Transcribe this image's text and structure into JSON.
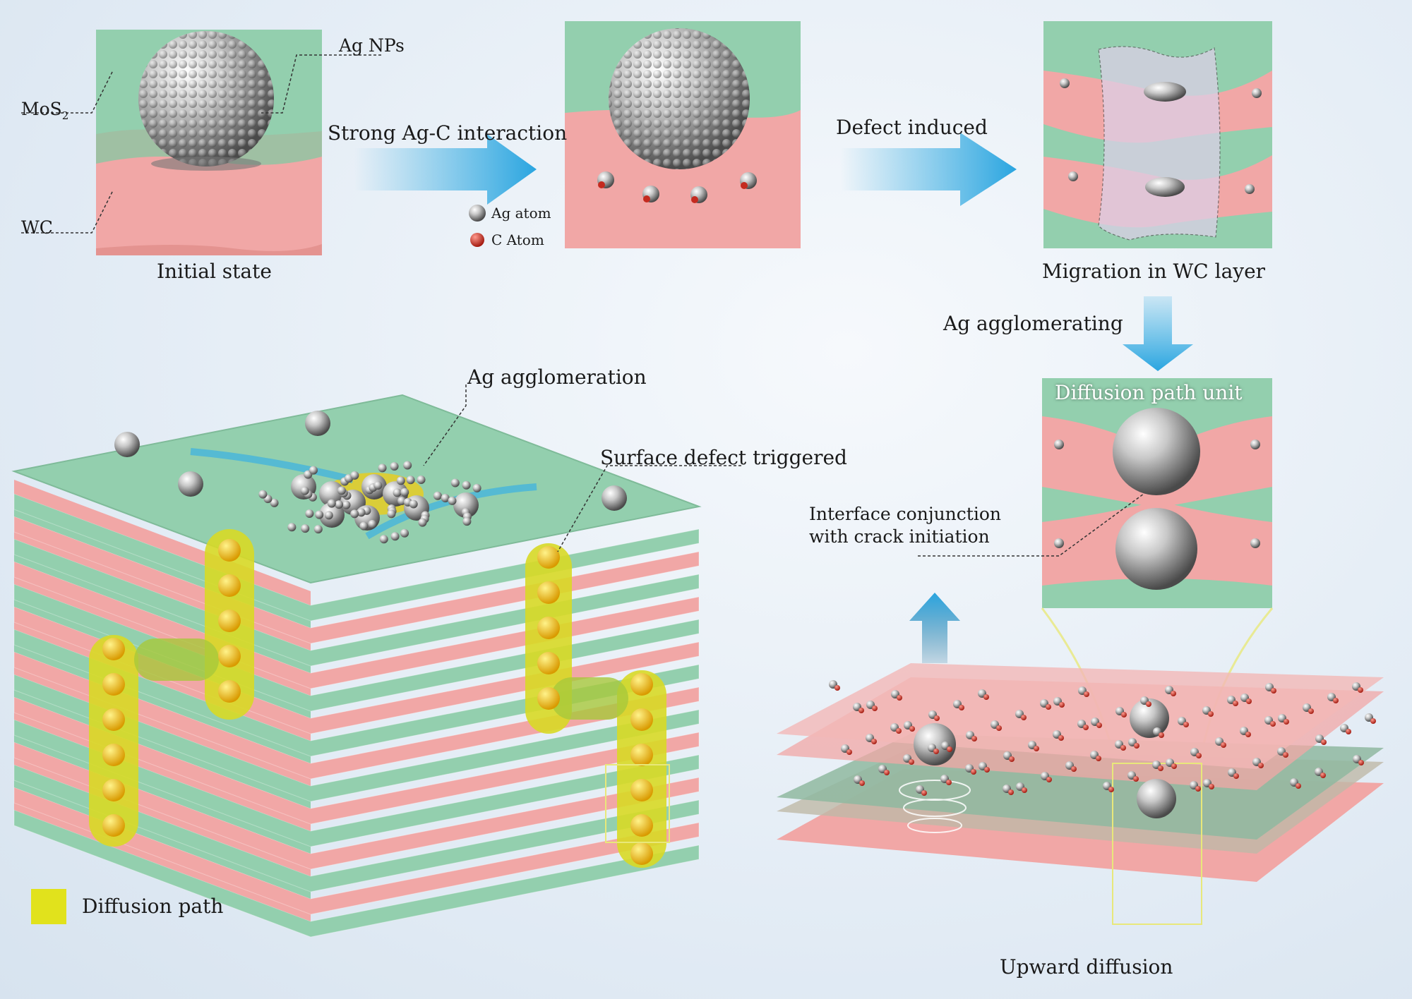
{
  "panels": {
    "initial": {
      "caption": "Initial state",
      "label_mos2": "MoS",
      "label_mos2_sub": "2",
      "label_wc": "WC",
      "label_ag_nps": "Ag NPs"
    },
    "interaction": {
      "arrow_label": "Strong Ag-C interaction",
      "legend_ag": "Ag atom",
      "legend_c": "C Atom"
    },
    "migration": {
      "arrow_label": "Defect induced",
      "caption": "Migration in WC layer"
    },
    "agglomerating": {
      "arrow_label": "Ag agglomerating"
    },
    "diffusion_unit": {
      "title": "Diffusion path unit",
      "annotation_line1": "Interface conjunction",
      "annotation_line2": "with crack initiation"
    },
    "stack": {
      "label_agglomeration": "Ag agglomeration",
      "label_surface_defect": "Surface defect triggered"
    },
    "upward": {
      "caption": "Upward diffusion"
    },
    "legend": {
      "diffusion_path": "Diffusion path"
    }
  },
  "colors": {
    "mos2_green": "#93cfae",
    "wc_pink": "#f1a7a6",
    "arrow_blue": "#3bb0e3",
    "diffusion_yellow": "#e1e21c",
    "silver": "#b9b9b9",
    "carbon_red": "#d23a2e"
  }
}
